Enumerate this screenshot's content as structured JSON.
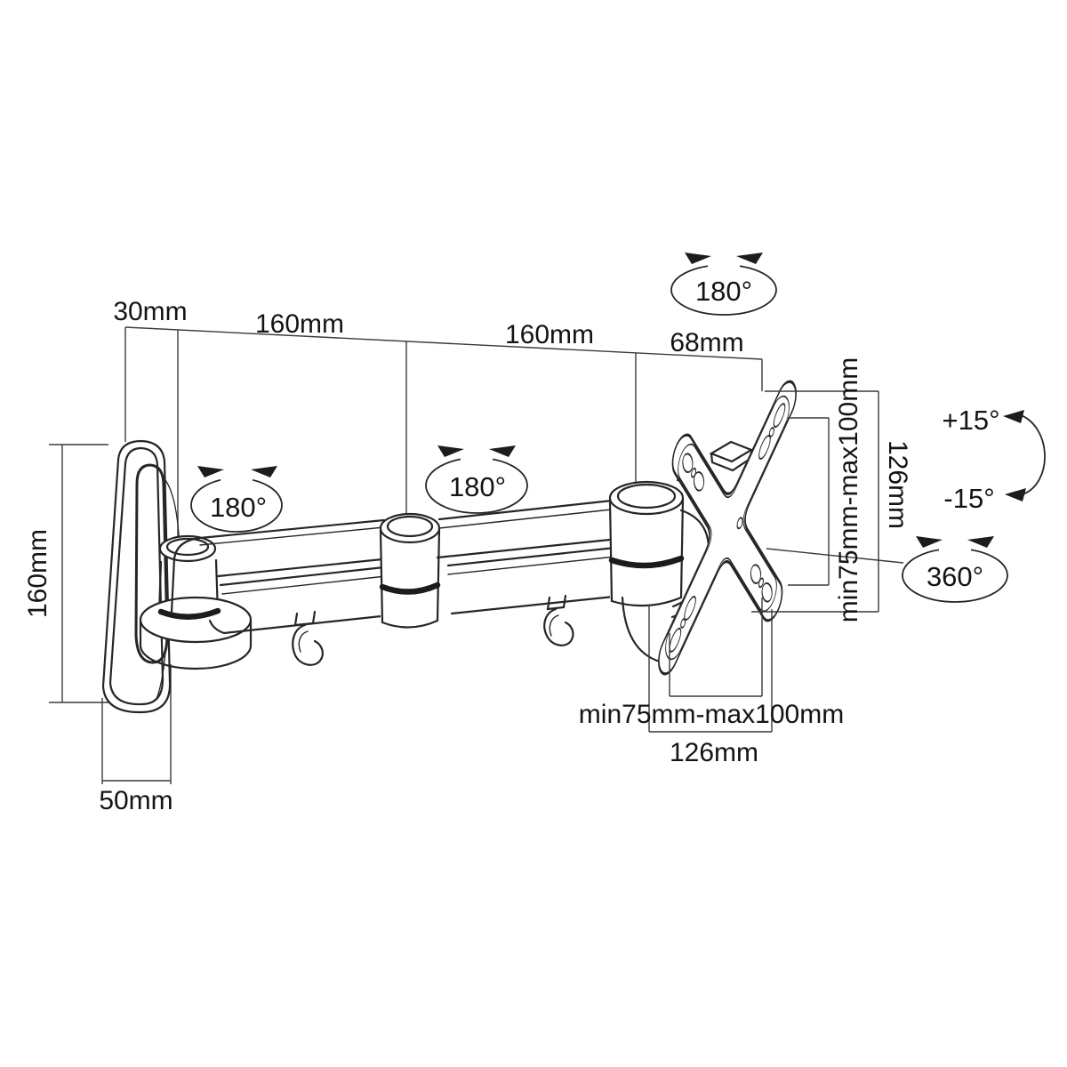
{
  "dimensions": {
    "top_wall_offset": "30mm",
    "top_arm1": "160mm",
    "top_arm2": "160mm",
    "top_head": "68mm",
    "wall_plate_height": "160mm",
    "wall_plate_width": "50mm",
    "vesa_hole_spacing_vertical": "min75mm-max100mm",
    "vesa_plate_height": "126mm",
    "vesa_hole_spacing_horizontal": "min75mm-max100mm",
    "vesa_plate_width": "126mm"
  },
  "rotations": {
    "joint1_swivel": "180°",
    "joint2_swivel": "180°",
    "head_swivel": "180°",
    "vesa_rotation": "360°",
    "tilt_up": "+15°",
    "tilt_down": "-15°"
  },
  "colors": {
    "line": "#262626",
    "background": "#ffffff"
  }
}
